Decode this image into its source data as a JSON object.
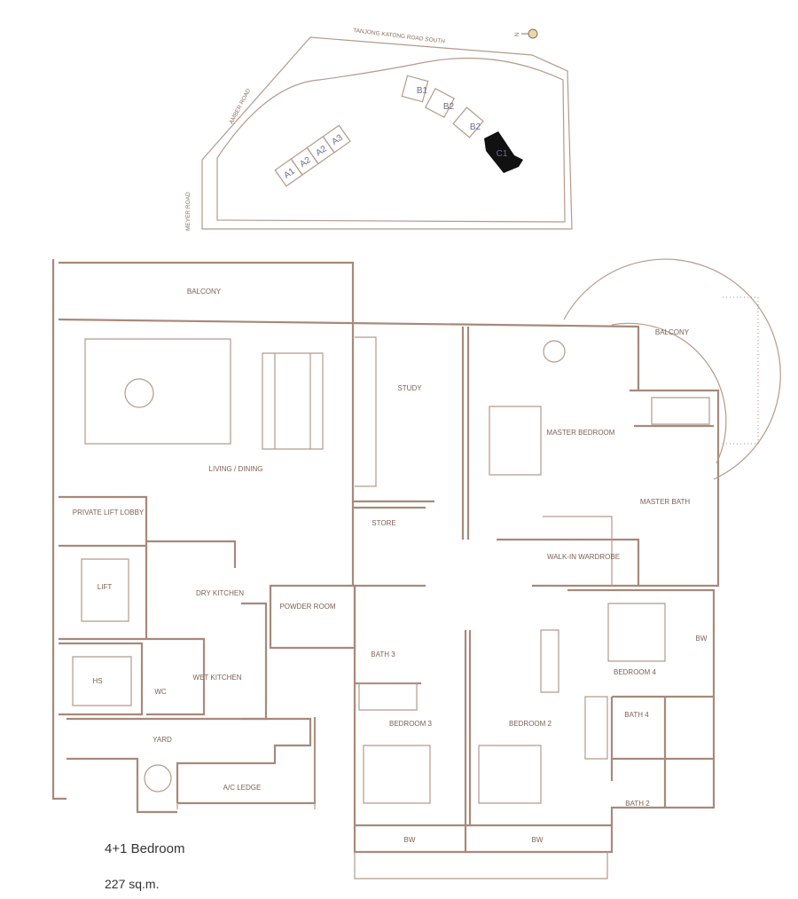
{
  "site_plan": {
    "roads": [
      "TANJONG KATONG ROAD SOUTH",
      "AMBER ROAD",
      "MEYER ROAD"
    ],
    "north_label": "N",
    "blocks": [
      "A1",
      "A2",
      "A2",
      "A3",
      "B1",
      "B2",
      "B2",
      "C1"
    ],
    "highlighted_block": "C1",
    "highlight_color": "#111111"
  },
  "floor_plan": {
    "rooms": {
      "balcony_living": "BALCONY",
      "balcony_master": "BALCONY",
      "living_dining": "LIVING / DINING",
      "study": "STUDY",
      "master_bedroom": "MASTER BEDROOM",
      "master_bath": "MASTER BATH",
      "private_lift_lobby": "PRIVATE LIFT LOBBY",
      "store": "STORE",
      "walk_in_wardrobe": "WALK-IN WARDROBE",
      "lift": "LIFT",
      "dry_kitchen": "DRY KITCHEN",
      "powder_room": "POWDER ROOM",
      "bath_3": "BATH 3",
      "bedroom_4": "BEDROOM 4",
      "bw_bedroom4": "BW",
      "hs": "HS",
      "wc": "WC",
      "wet_kitchen": "WET KITCHEN",
      "bedroom_3": "BEDROOM 3",
      "bedroom_2": "BEDROOM 2",
      "bath_4": "BATH 4",
      "bath_2": "BATH 2",
      "yard": "YARD",
      "ac_ledge": "A/C LEDGE",
      "bw_bedroom3": "BW",
      "bw_bedroom2": "BW"
    },
    "wall_color": "#a8897a"
  },
  "caption": {
    "unit_type": "4+1 Bedroom",
    "area": "227 sq.m."
  }
}
